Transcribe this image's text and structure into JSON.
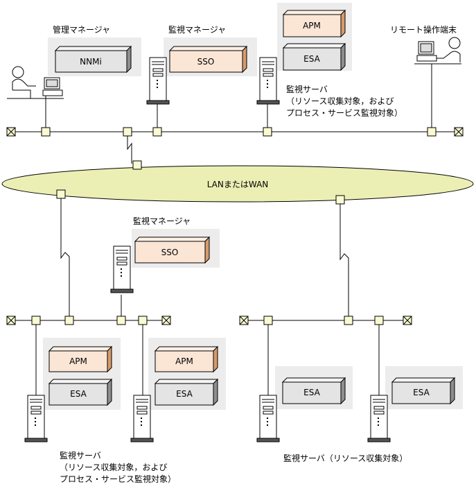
{
  "labels": {
    "mgmt_manager": "管理マネージャ",
    "mon_manager_top": "監視マネージャ",
    "mon_manager_mid": "監視マネージャ",
    "remote_terminal": "リモート操作端末",
    "top_server_l1": "監視サーバ",
    "top_server_l2": "（リソース収集対象，および",
    "top_server_l3": "プロセス・サービス監視対象）",
    "network": "LANまたはWAN",
    "bl_server_l1": "監視サーバ",
    "bl_server_l2": "（リソース収集対象，および",
    "bl_server_l3": "プロセス・サービス監視対象）",
    "br_server": "監視サーバ（リソース収集対象）"
  },
  "components": {
    "nnmi": "NNMi",
    "sso_top": "SSO",
    "apm_top": "APM",
    "esa_top": "ESA",
    "sso_mid": "SSO",
    "apm_bl1": "APM",
    "esa_bl1": "ESA",
    "apm_bl2": "APM",
    "esa_bl2": "ESA",
    "esa_br1": "ESA",
    "esa_br2": "ESA"
  },
  "colors": {
    "orange_face": "#fbe6d6",
    "orange_side": "#d69a6b",
    "gray_face": "#e4e4e4",
    "gray_side": "#8e8e8e",
    "panel_bg": "#ececec",
    "network_fill": "#ecefb4",
    "node_fill": "#fafad2"
  }
}
